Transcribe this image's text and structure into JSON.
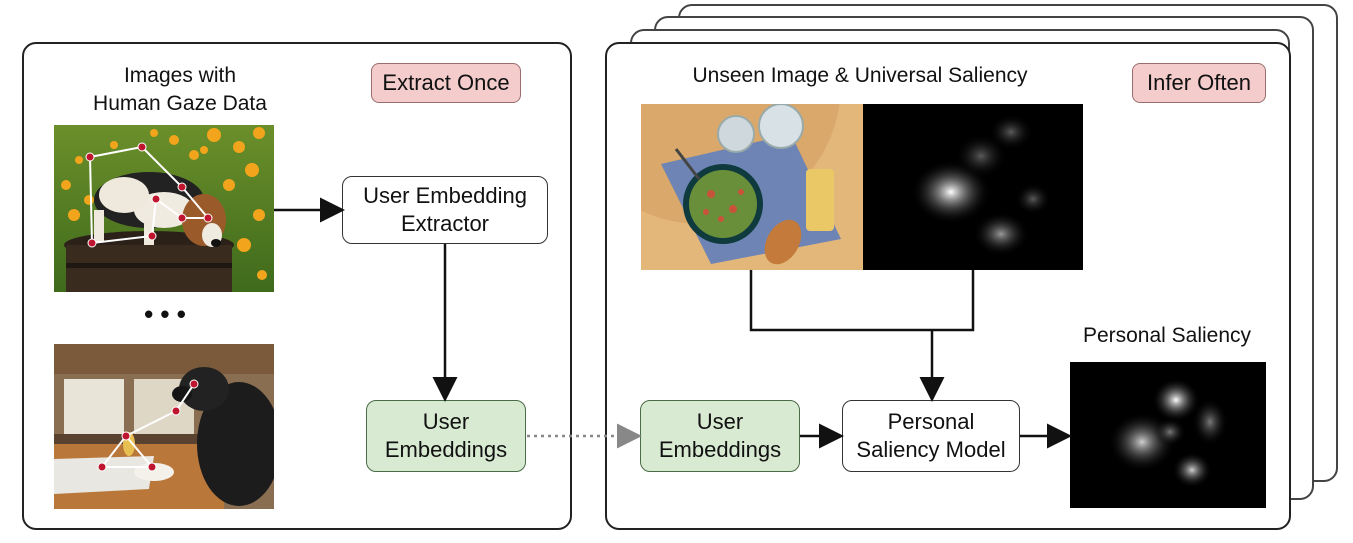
{
  "left_panel": {
    "title_line1": "Images with",
    "title_line2": "Human Gaze Data",
    "tag": "Extract Once",
    "extractor_line1": "User Embedding",
    "extractor_line2": "Extractor",
    "embeddings_line1": "User",
    "embeddings_line2": "Embeddings",
    "ellipsis": "• • •"
  },
  "right_panel": {
    "title": "Unseen Image & Universal Saliency",
    "tag": "Infer Often",
    "embeddings_line1": "User",
    "embeddings_line2": "Embeddings",
    "model_line1": "Personal",
    "model_line2": "Saliency Model",
    "output_title": "Personal Saliency"
  },
  "colors": {
    "tag_fill": "#f4cccc",
    "embedding_fill": "#d9ead3",
    "gaze_point": "#c0152f"
  }
}
